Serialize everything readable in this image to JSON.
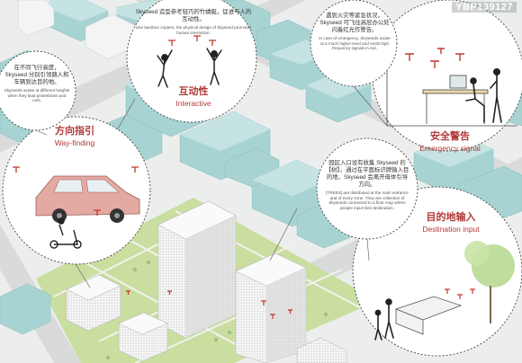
{
  "watermark": "YBP139127",
  "interactive": {
    "title_cn": "互动性",
    "title_en": "Interactive",
    "desc_cn": "Skyseed 造型参考轻巧的竹蜻蜓，促进与人的互动性。",
    "desc_en": "Like bamboo copters, the physical design of Skyseed promotes human interaction."
  },
  "emergency": {
    "title_cn": "安全警告",
    "title_en": "Emergency signal",
    "desc_cn": "遇到火灾等紧急状况，Skyseed 可飞往高层办公处闪着红光作警告。",
    "desc_en": "In case of emergency, Skyseeds aviate at a much higher level and emits high frequency signals in red."
  },
  "wayfinding": {
    "title_cn": "方向指引",
    "title_en": "Way-finding",
    "desc_cn": "在不同飞行高度，Skyseed 分别引领路人和车辆到达目的地。",
    "desc_en": "Skyseeds aviate at different heights when they lead pedestrians and cars."
  },
  "destination": {
    "title_cn": "目的地输入",
    "title_en": "Destination input",
    "desc_cn": "园区入口设有收集 Skyseed 的【树】，通过在平面标识牌输入目的地，Skyseed 会离开母体引导方向。",
    "desc_en": "[TREES] are distributed at the main entrance and of every zone. They are collection of Skyseeds connected to a floor map where people input their destination."
  },
  "colors": {
    "accent": "#b03a3a",
    "building_teal": "#a7d3d3",
    "building_white": "#f4f4f4",
    "grass": "#c9de9f",
    "road": "#d6d8d8",
    "ground": "#eceeed"
  }
}
